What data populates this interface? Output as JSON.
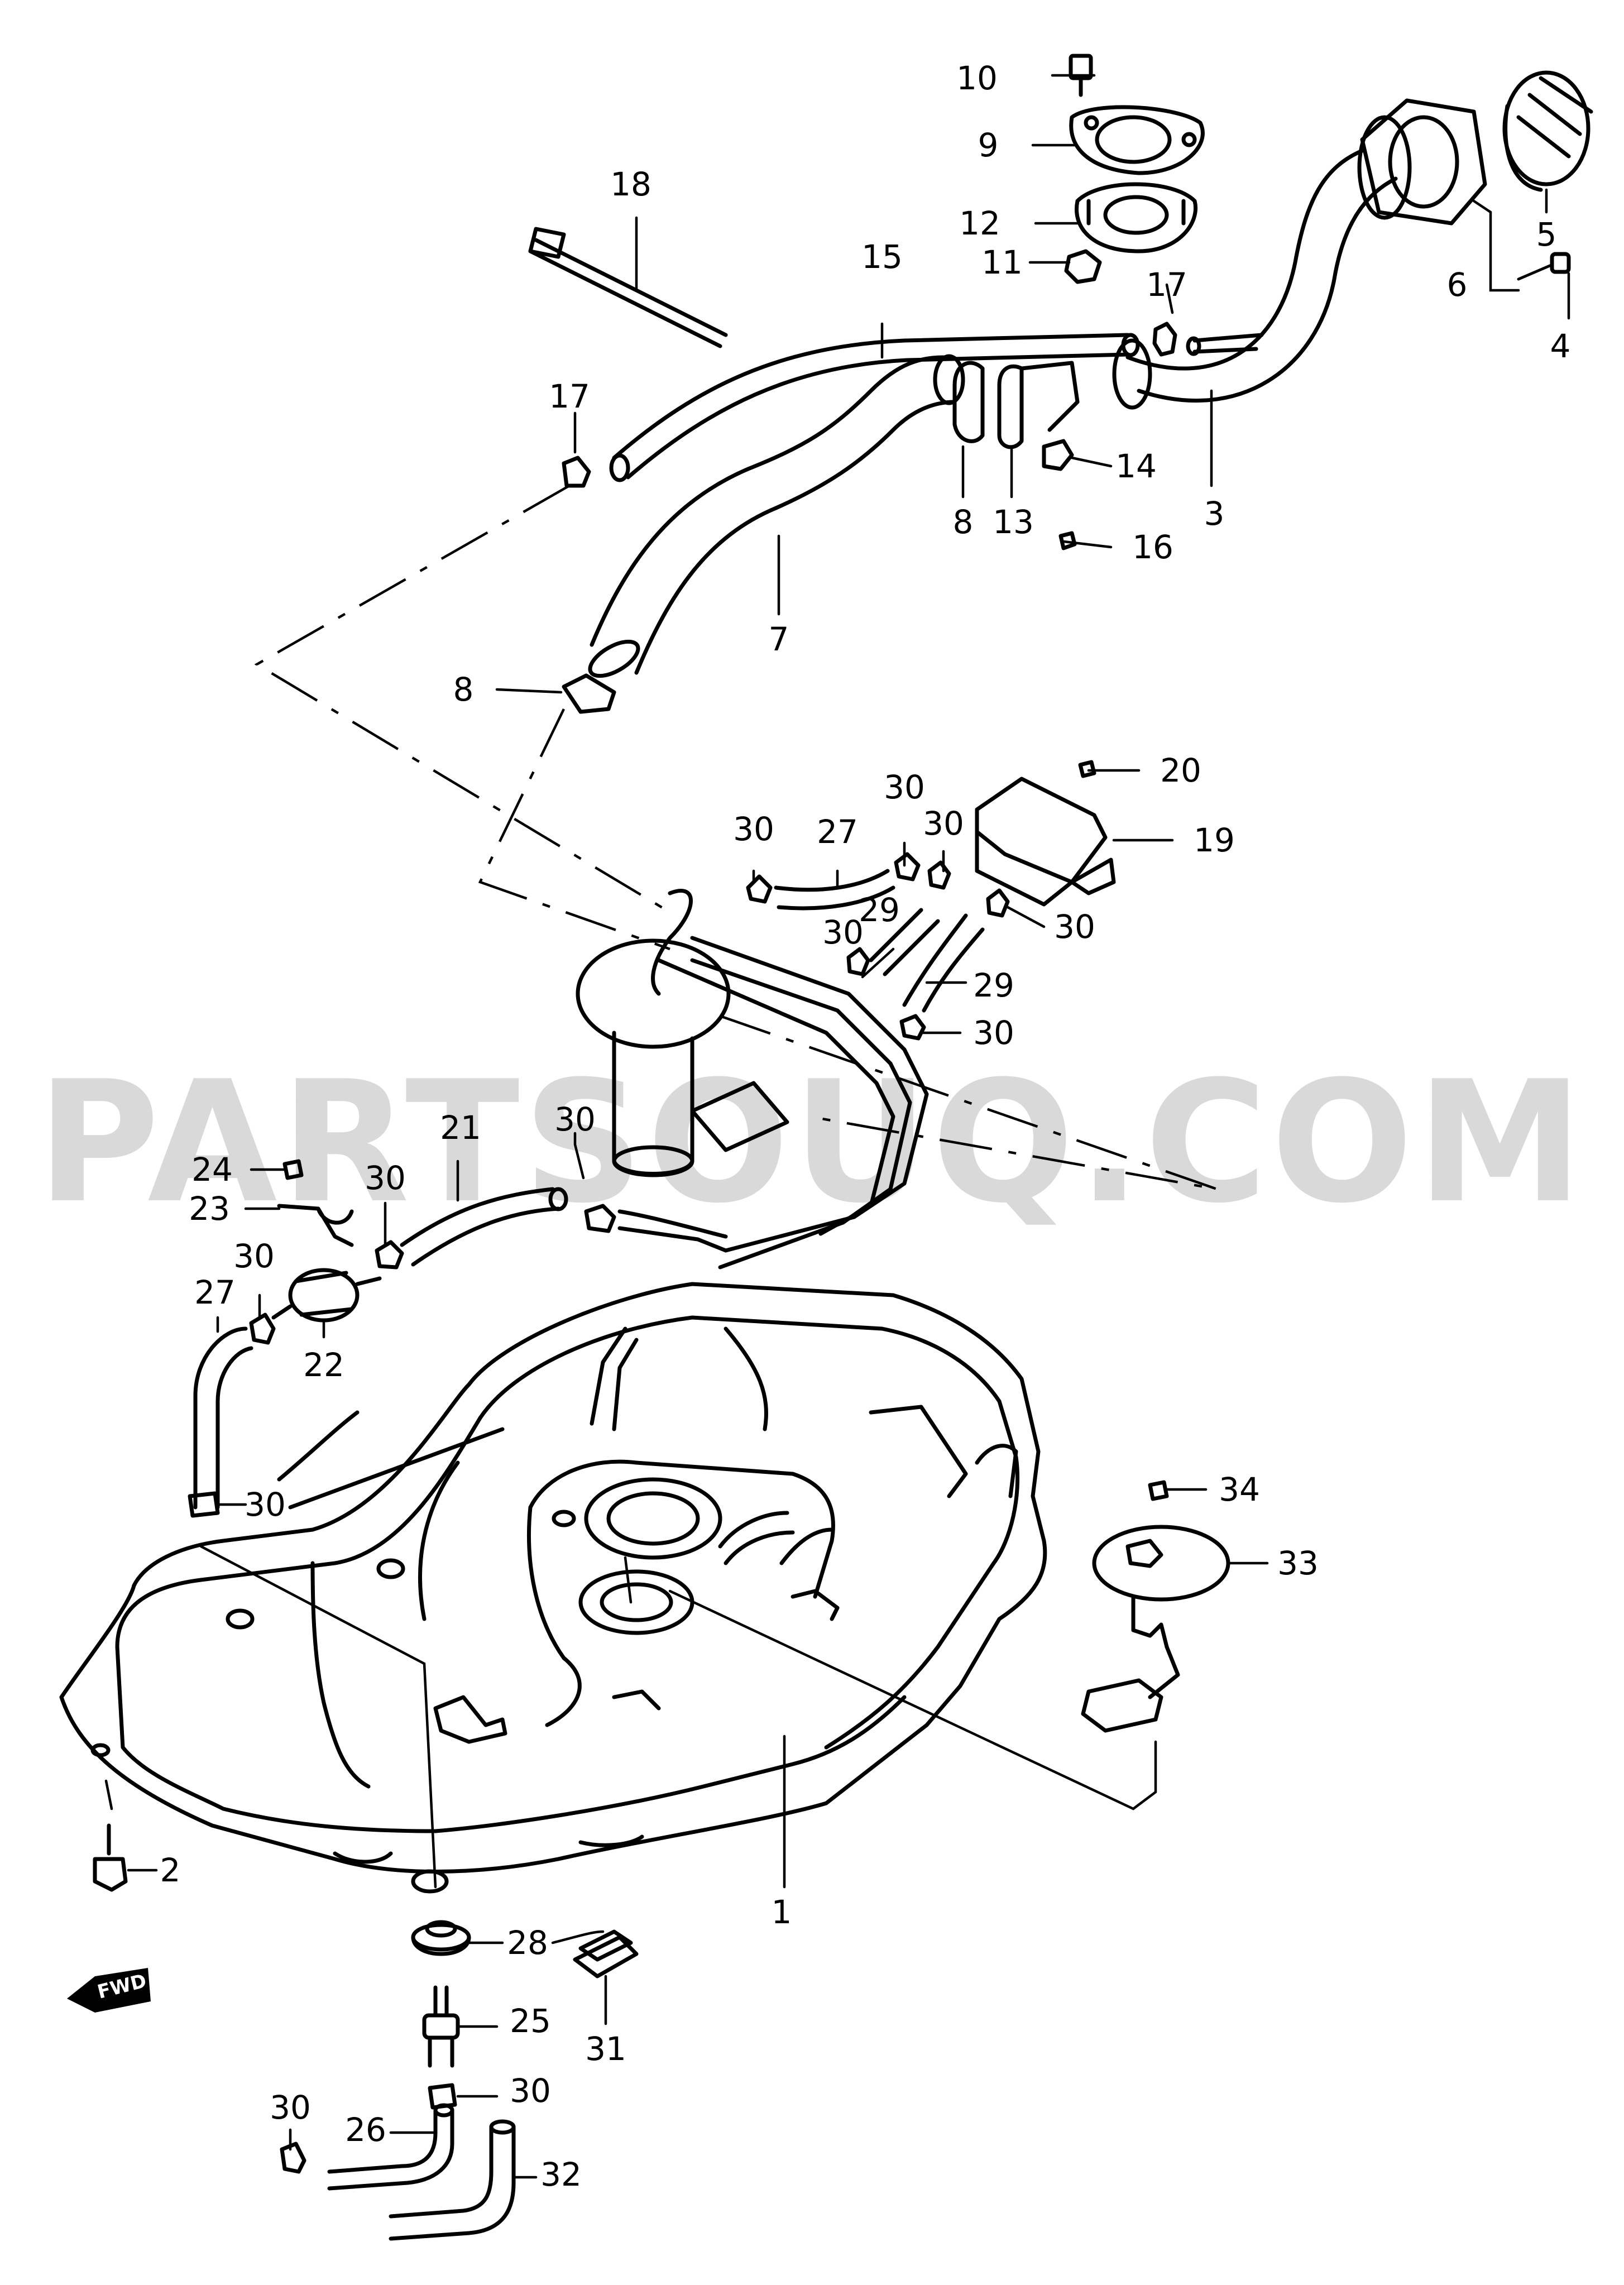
{
  "watermark": "PARTSOUQ.COM",
  "fwd_label": "FWD",
  "callouts": [
    "1",
    "2",
    "3",
    "4",
    "5",
    "6",
    "7",
    "8",
    "8",
    "9",
    "10",
    "11",
    "12",
    "13",
    "14",
    "15",
    "16",
    "17",
    "17",
    "18",
    "19",
    "20",
    "21",
    "22",
    "23",
    "24",
    "25",
    "26",
    "27",
    "27",
    "28",
    "29",
    "29",
    "30",
    "30",
    "30",
    "30",
    "30",
    "30",
    "30",
    "30",
    "30",
    "30",
    "30",
    "30",
    "31",
    "32",
    "33",
    "34"
  ]
}
